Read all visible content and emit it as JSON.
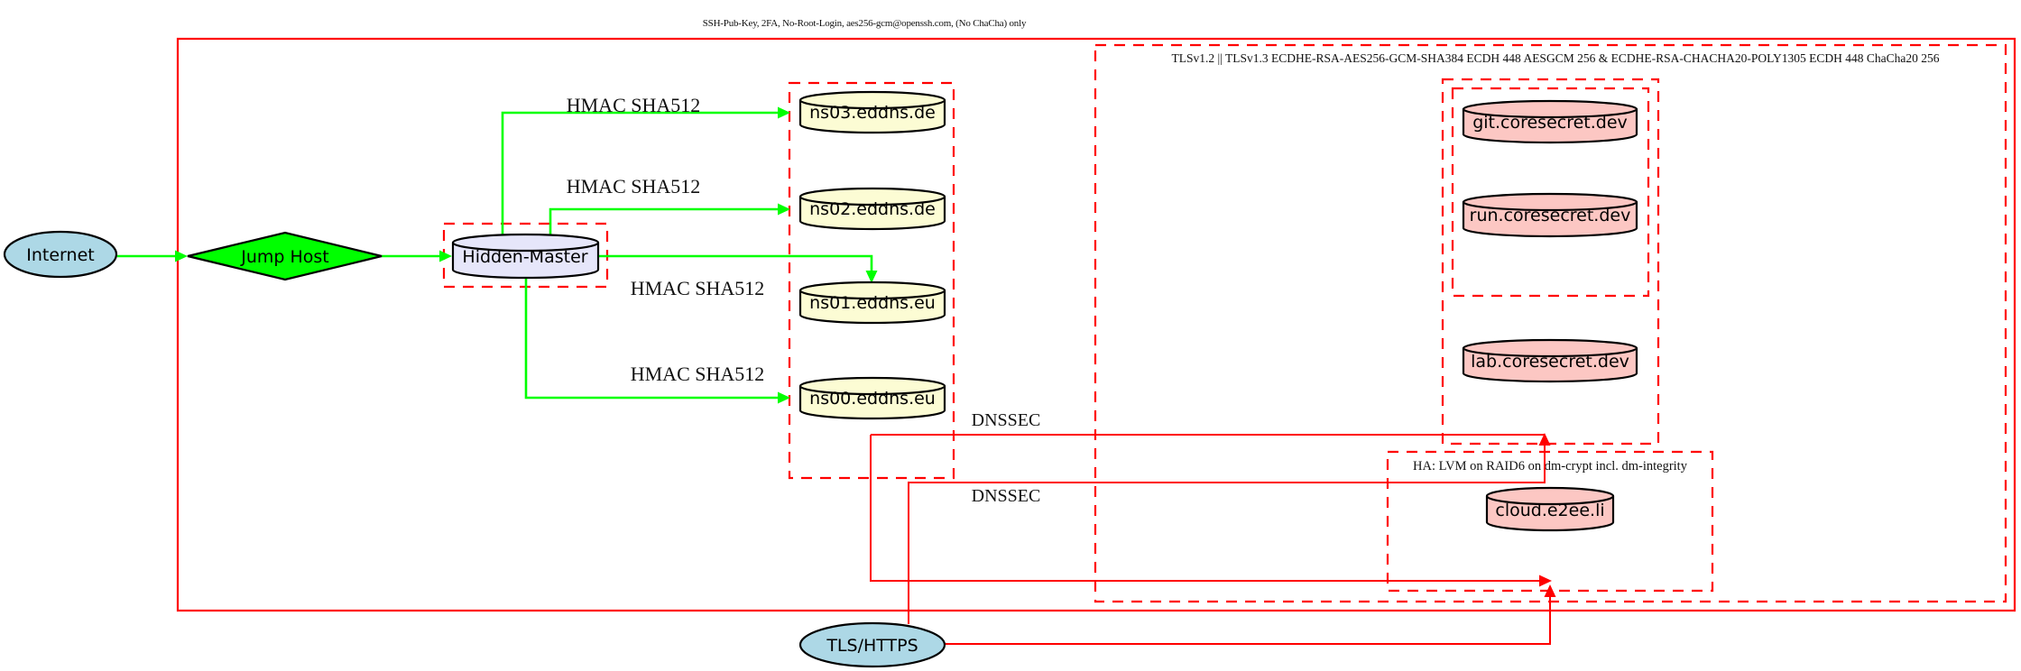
{
  "clusters": {
    "outer_label": "SSH-Pub-Key, 2FA, No-Root-Login, aes256-gcm@openssh.com, (No ChaCha) only",
    "tls_label": "TLSv1.2 || TLSv1.3 ECDHE-RSA-AES256-GCM-SHA384 ECDH 448 AESGCM 256 & ECDHE-RSA-CHACHA20-POLY1305 ECDH 448 ChaCha20 256",
    "ha_label": "HA: LVM on RAID6 on dm-crypt incl. dm-integrity"
  },
  "nodes": {
    "internet": "Internet",
    "jump_host": "Jump Host",
    "hidden_master": "Hidden-Master",
    "ns03": "ns03.eddns.de",
    "ns02": "ns02.eddns.de",
    "ns01": "ns01.eddns.eu",
    "ns00": "ns00.eddns.eu",
    "git": "git.coresecret.dev",
    "run": "run.coresecret.dev",
    "lab": "lab.coresecret.dev",
    "cloud": "cloud.e2ee.li",
    "tls_https": "TLS/HTTPS"
  },
  "edge_labels": {
    "hmac1": "HMAC SHA512",
    "hmac2": "HMAC SHA512",
    "hmac3": "HMAC SHA512",
    "hmac4": "HMAC SHA512",
    "dnssec1": "DNSSEC",
    "dnssec2": "DNSSEC"
  },
  "colors": {
    "edge_green": "#00ff00",
    "edge_red": "#ff0000",
    "node_blue": "#add8e6",
    "node_green": "#00ff00",
    "node_lavender": "#e6e6fa",
    "node_yellow": "#fcfcd4",
    "node_pink": "#fcc7c3"
  }
}
